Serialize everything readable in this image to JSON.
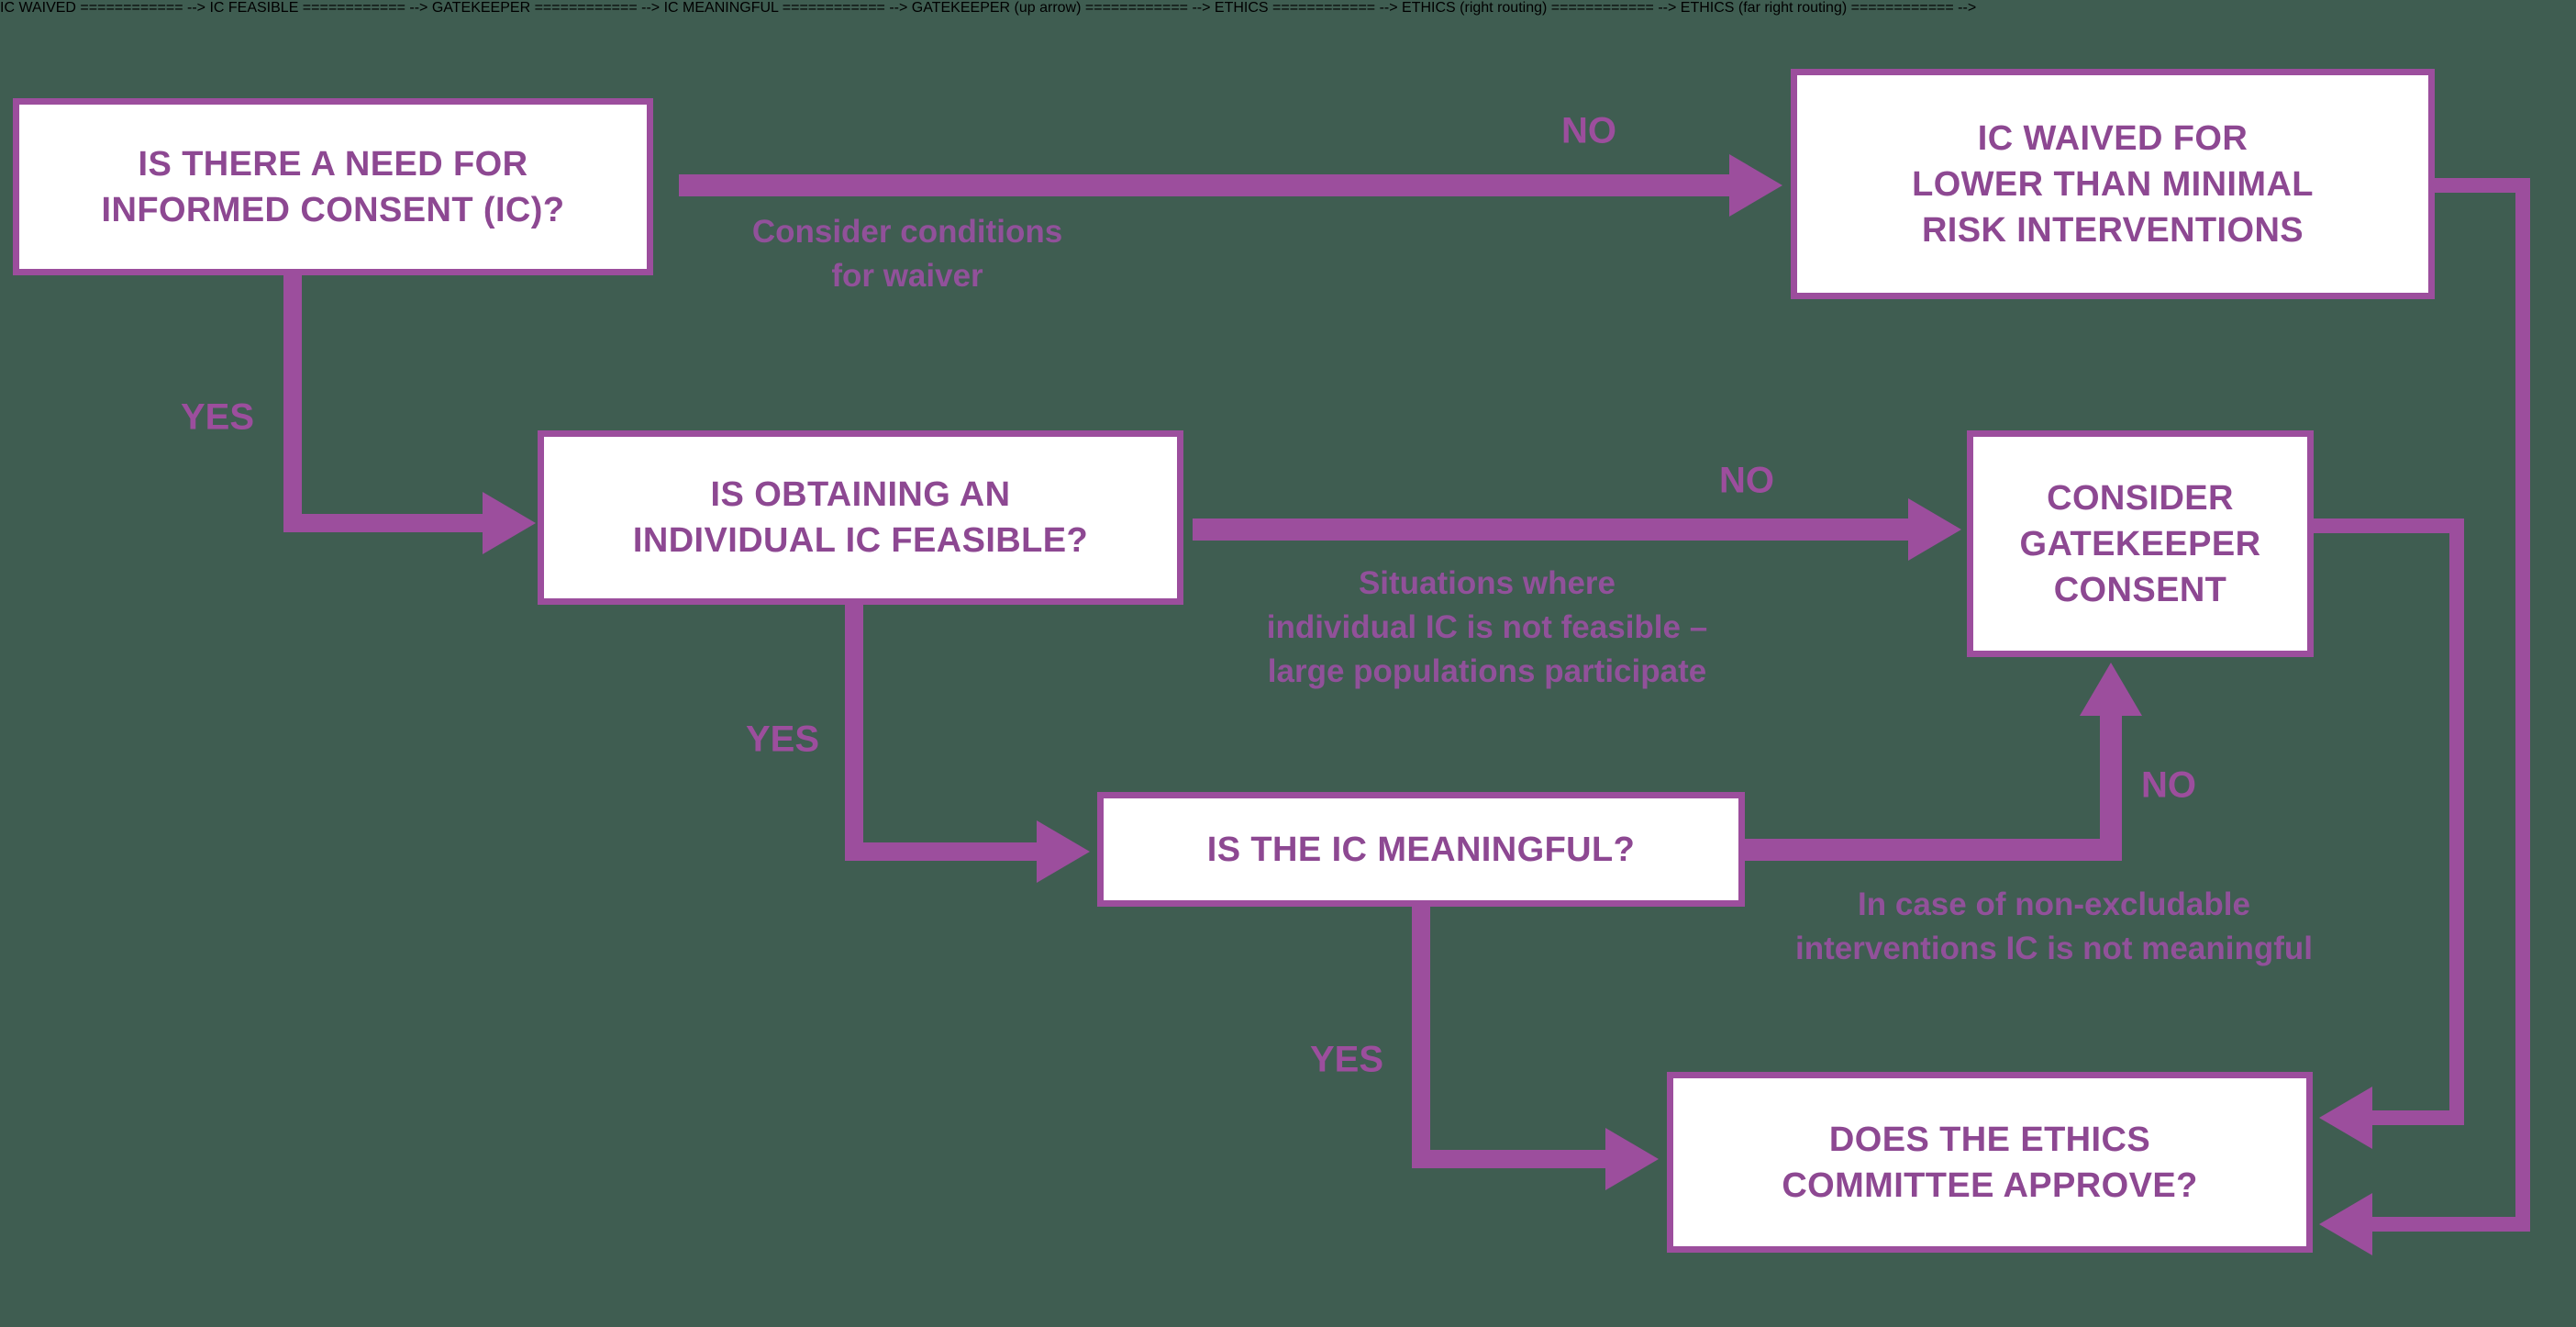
{
  "colors": {
    "background": "#3F5D51",
    "purple": "#9C4E9D",
    "node_text": "#8D4892",
    "node_background": "#FFFFFF",
    "note_text": "#91519A"
  },
  "nodes": {
    "need_ic": {
      "lines": [
        "IS THERE A NEED FOR",
        "INFORMED CONSENT (IC)?"
      ]
    },
    "ic_waived": {
      "lines": [
        "IC WAIVED FOR",
        "LOWER THAN MINIMAL",
        "RISK INTERVENTIONS"
      ]
    },
    "ic_feasible": {
      "lines": [
        "IS OBTAINING AN",
        "INDIVIDUAL IC FEASIBLE?"
      ]
    },
    "gatekeeper": {
      "lines": [
        "CONSIDER",
        "GATEKEEPER",
        "CONSENT"
      ]
    },
    "ic_meaningful": {
      "lines": [
        "IS THE IC MEANINGFUL?"
      ]
    },
    "ethics": {
      "lines": [
        "DOES THE ETHICS",
        "COMMITTEE APPROVE?"
      ]
    }
  },
  "edges": [
    {
      "id": "need-ic-no",
      "from": "need_ic",
      "to": "ic_waived",
      "label": "NO",
      "note_lines": [
        "Consider conditions",
        "for waiver"
      ]
    },
    {
      "id": "need-ic-yes",
      "from": "need_ic",
      "to": "ic_feasible",
      "label": "YES"
    },
    {
      "id": "feasible-no",
      "from": "ic_feasible",
      "to": "gatekeeper",
      "label": "NO",
      "note_lines": [
        "Situations where",
        "individual IC is not feasible –",
        "large populations participate"
      ]
    },
    {
      "id": "feasible-yes",
      "from": "ic_feasible",
      "to": "ic_meaningful",
      "label": "YES"
    },
    {
      "id": "meaningful-no",
      "from": "ic_meaningful",
      "to": "gatekeeper",
      "label": "NO",
      "note_lines": [
        "In case of non-excludable",
        "interventions IC is not meaningful"
      ]
    },
    {
      "id": "meaningful-yes",
      "from": "ic_meaningful",
      "to": "ethics",
      "label": "YES"
    },
    {
      "id": "gatekeeper-to-ethics",
      "from": "gatekeeper",
      "to": "ethics"
    },
    {
      "id": "waived-to-ethics",
      "from": "ic_waived",
      "to": "ethics"
    }
  ]
}
